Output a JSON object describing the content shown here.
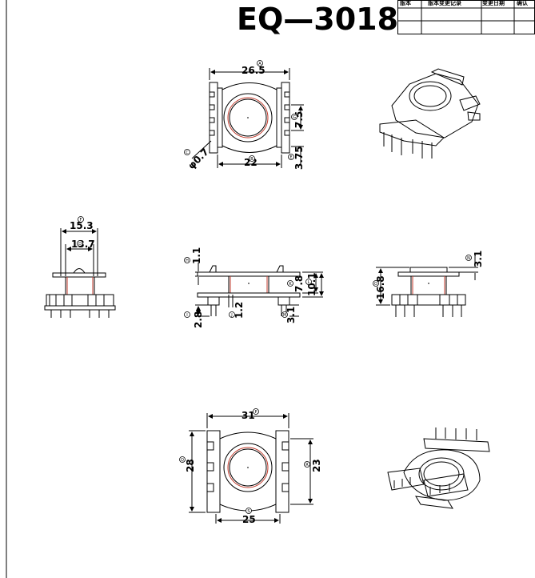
{
  "title": "EQ—3018",
  "revision_table": {
    "headers": [
      "版本",
      "版本变更记录",
      "变更日期",
      "确认"
    ]
  },
  "dimensions": {
    "top_width": "26.5",
    "top_bottom_width": "22",
    "top_pin_pitch": "7.5",
    "top_pin_offset": "3.75",
    "top_pin_diameter": "φ0.7",
    "left_outer": "15.3",
    "left_inner": "13.7",
    "front_flange": "1.1",
    "front_height_core": "7.8",
    "front_height_total": "10.1",
    "front_pin_length": "2.8",
    "front_wall": "1.2",
    "front_base": "3.1",
    "right_top": "3.1",
    "right_height": "16.8",
    "bottom_width": "31",
    "bottom_left_height": "28",
    "bottom_right_height": "23",
    "bottom_base_width": "25"
  },
  "callouts": {
    "A": "A",
    "B": "B",
    "C": "C",
    "D": "D",
    "E": "E",
    "F": "F",
    "G": "G",
    "H": "H",
    "I": "I",
    "J": "J",
    "K": "K",
    "L": "L",
    "M": "M",
    "N": "N",
    "O": "O",
    "P": "P",
    "Q": "Q",
    "R": "R",
    "S": "S"
  },
  "colors": {
    "line": "#000000",
    "accent": "#c0392b"
  }
}
